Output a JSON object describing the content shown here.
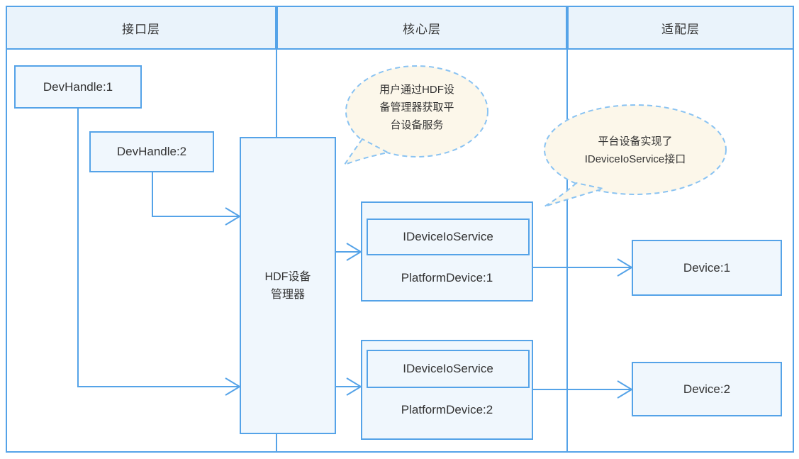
{
  "diagram": {
    "headers": {
      "interface": "接口层",
      "core": "核心层",
      "adapter": "适配层"
    },
    "interface_layer": {
      "dev_handle_1": "DevHandle:1",
      "dev_handle_2": "DevHandle:2"
    },
    "core_layer": {
      "hdf_manager": "HDF设备\n管理器",
      "platform_device_1": {
        "interface_label": "IDeviceIoService",
        "name": "PlatformDevice:1"
      },
      "platform_device_2": {
        "interface_label": "IDeviceIoService",
        "name": "PlatformDevice:2"
      }
    },
    "adapter_layer": {
      "device_1": "Device:1",
      "device_2": "Device:2"
    },
    "callouts": {
      "manager_note": "用户通过HDF设\n备管理器获取平\n台设备服务",
      "service_note": "平台设备实现了\nIDeviceIoService接口"
    },
    "colors": {
      "line_blue": "#55A3E8",
      "header_fill": "#EAF3FB",
      "box_fill": "#F0F7FD",
      "callout_fill": "#FCF7EA",
      "callout_border": "#8AC3F2",
      "text": "#333333"
    }
  }
}
